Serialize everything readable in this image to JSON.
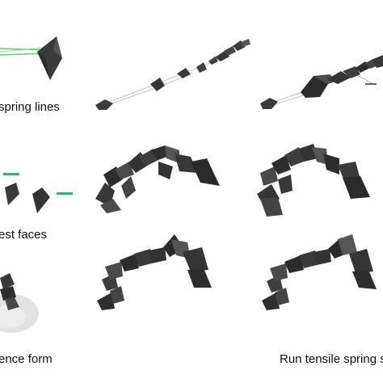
{
  "captions": {
    "spring_lines": "spring lines",
    "closest_faces": "est faces",
    "reference_form": "ence form",
    "run_tensile": "Run tensile spring si"
  },
  "colors": {
    "background": "#ffffff",
    "panel_dark": "#2f2f2f",
    "panel_mid": "#3d3d3d",
    "panel_light": "#5a5a5a",
    "spring_line": "#5fd06a",
    "marker": "#1fbf60",
    "link_line": "#b5b5b5",
    "shadow": "#d9d9d9"
  }
}
